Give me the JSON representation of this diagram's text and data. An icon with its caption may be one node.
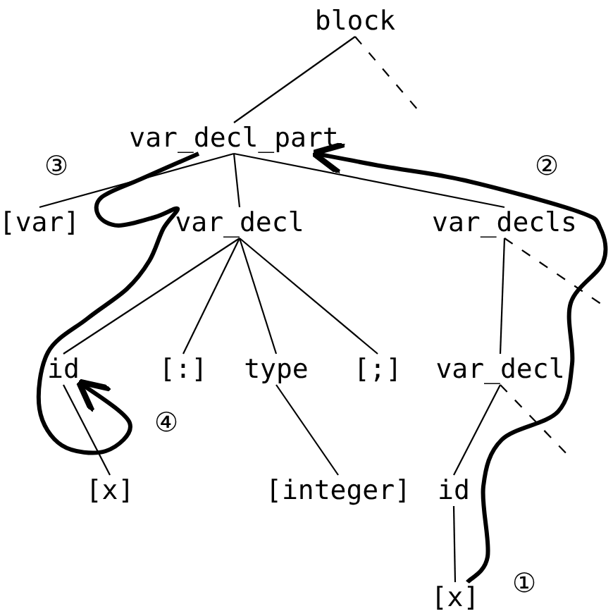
{
  "diagram": {
    "nodes": [
      {
        "text": [
          "block"
        ]
      },
      {
        "text": [
          "var_decl_part"
        ]
      },
      {
        "text": [
          "[var]"
        ]
      },
      {
        "text": [
          "var_decl"
        ]
      },
      {
        "text": [
          "var_decls"
        ]
      },
      {
        "text": [
          "id"
        ]
      },
      {
        "text": [
          "[:]"
        ]
      },
      {
        "text": [
          "type"
        ]
      },
      {
        "text": [
          "[;]"
        ]
      },
      {
        "text": [
          "var_decl"
        ]
      },
      {
        "text": [
          "[x]"
        ]
      },
      {
        "text": [
          "[integer]"
        ]
      },
      {
        "text": [
          "id"
        ]
      },
      {
        "text": [
          "[x]"
        ]
      }
    ],
    "edges": [
      {
        "from": 0,
        "to": 1,
        "arrow": "none"
      },
      {
        "from": 0,
        "to": null,
        "arrow": "none",
        "style": "dashed"
      },
      {
        "from": 1,
        "to": 2,
        "arrow": "none"
      },
      {
        "from": 1,
        "to": 3,
        "arrow": "none"
      },
      {
        "from": 1,
        "to": 4,
        "arrow": "none"
      },
      {
        "from": 3,
        "to": 5,
        "arrow": "none"
      },
      {
        "from": 3,
        "to": 6,
        "arrow": "none"
      },
      {
        "from": 3,
        "to": 7,
        "arrow": "none"
      },
      {
        "from": 3,
        "to": 8,
        "arrow": "none"
      },
      {
        "from": 4,
        "to": 9,
        "arrow": "none"
      },
      {
        "from": 4,
        "to": null,
        "arrow": "none",
        "style": "dashed"
      },
      {
        "from": 5,
        "to": 10,
        "arrow": "none"
      },
      {
        "from": 7,
        "to": 11,
        "arrow": "none"
      },
      {
        "from": 9,
        "to": 12,
        "arrow": "none"
      },
      {
        "from": 9,
        "to": null,
        "arrow": "none",
        "style": "dashed"
      },
      {
        "from": 12,
        "to": 13,
        "arrow": "none"
      },
      {
        "from": 13,
        "to": 1,
        "arrow": "to",
        "style": "thick"
      },
      {
        "from": 1,
        "to": 5,
        "arrow": "to",
        "style": "thick"
      }
    ],
    "labels": [
      "③",
      "②",
      "④",
      "①"
    ]
  }
}
